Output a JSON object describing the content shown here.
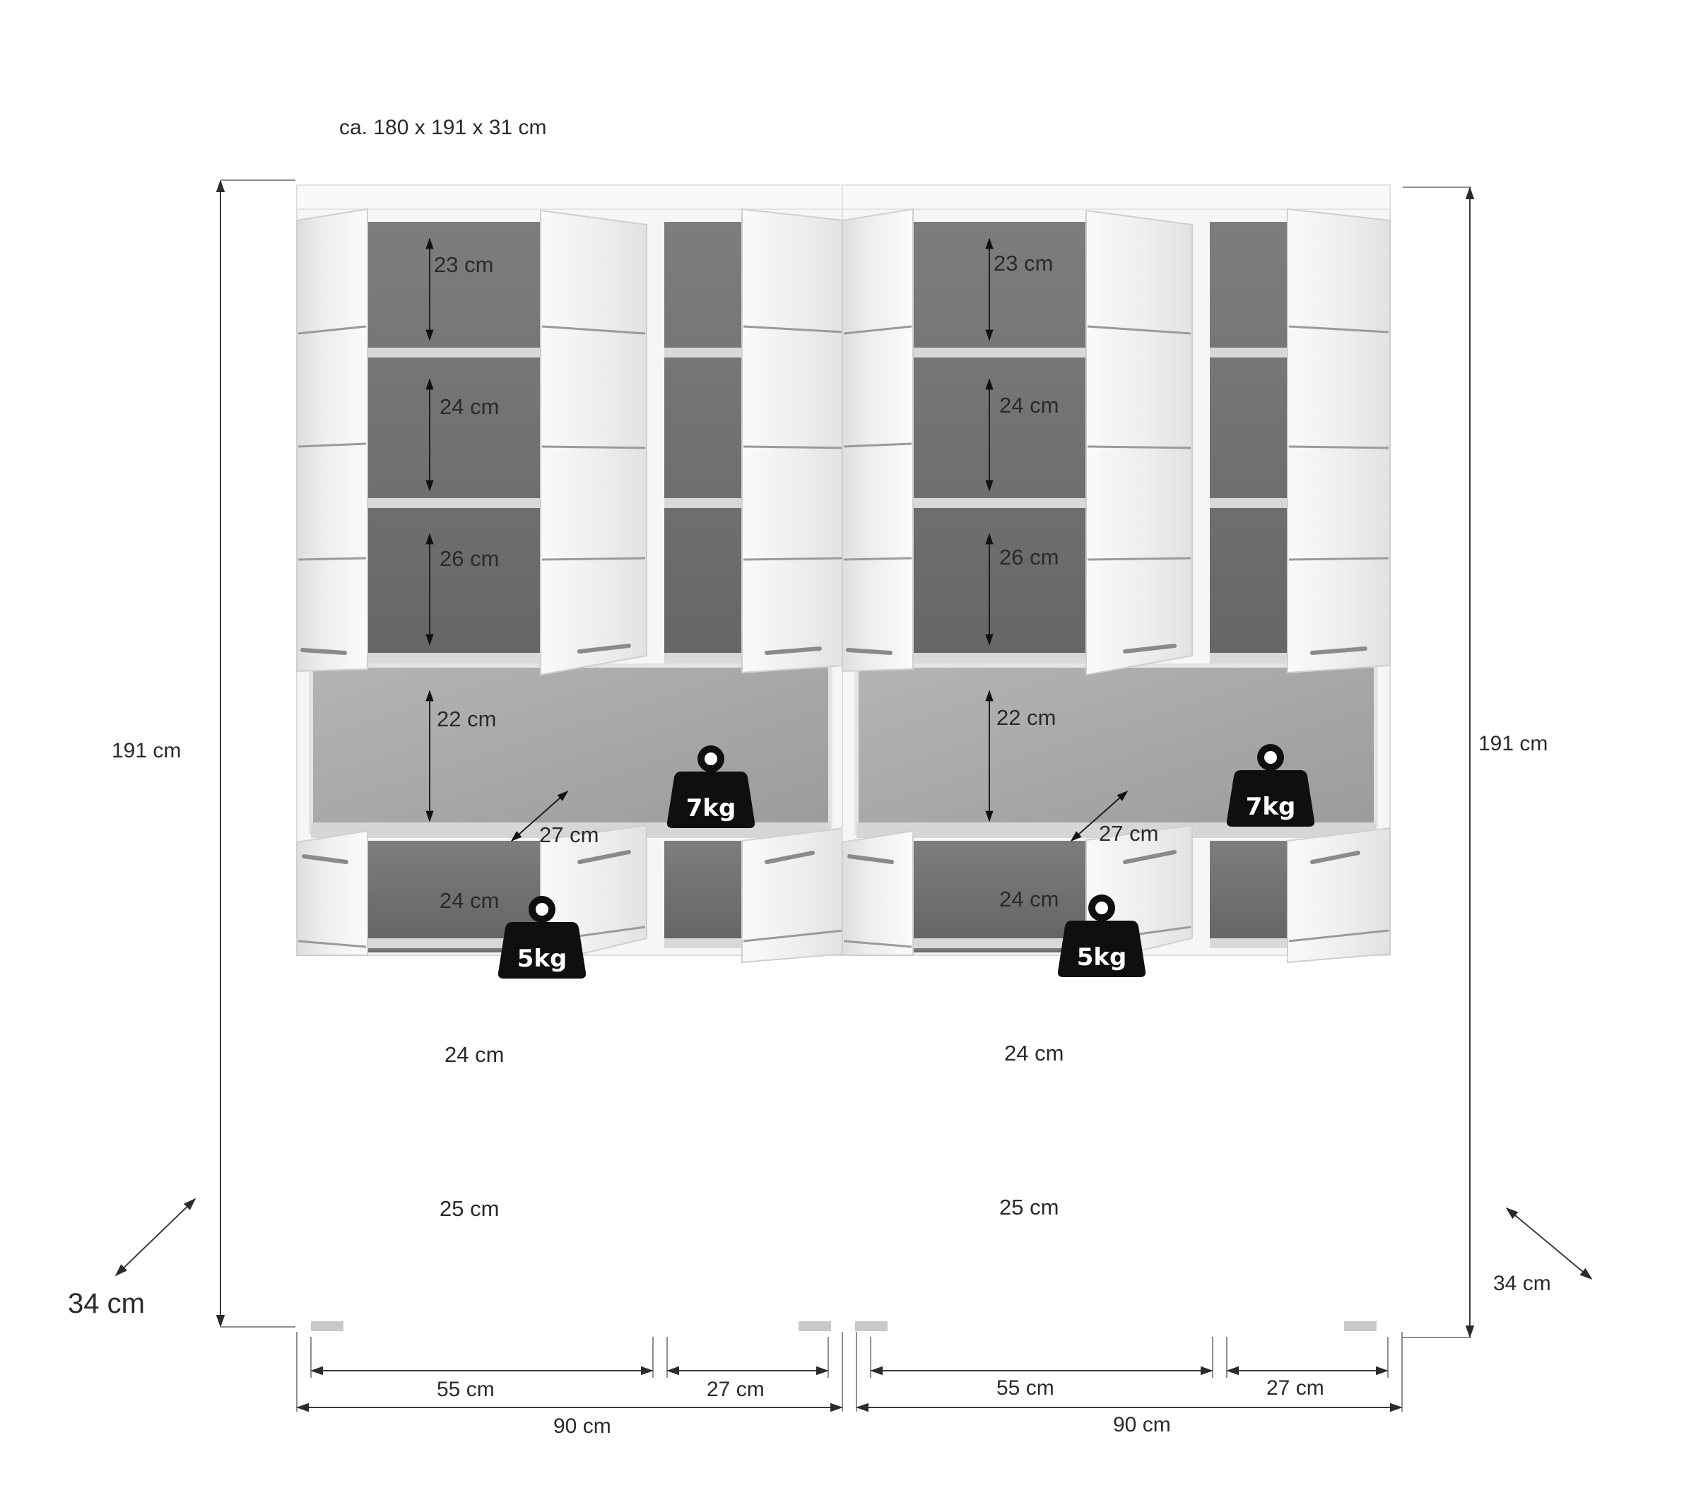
{
  "overall_size": "ca. 180 x 191 x 31 cm",
  "height_left": "191 cm",
  "height_right": "191 cm",
  "depth_left": "34 cm",
  "depth_right": "34 cm",
  "units": [
    {
      "name": "left",
      "shelves_top": [
        "23 cm",
        "24 cm",
        "26 cm"
      ],
      "open_compartment": "22 cm",
      "open_depth": "27 cm",
      "weight_open": "7kg",
      "weight_shelf": "5kg",
      "shelves_bottom": [
        "24 cm",
        "24 cm",
        "25 cm"
      ],
      "width_wide": "55 cm",
      "width_narrow": "27 cm",
      "width_total": "90 cm"
    },
    {
      "name": "right",
      "shelves_top": [
        "23 cm",
        "24 cm",
        "26 cm"
      ],
      "open_compartment": "22 cm",
      "open_depth": "27 cm",
      "weight_open": "7kg",
      "weight_shelf": "5kg",
      "shelves_bottom": [
        "24 cm",
        "24 cm",
        "25 cm"
      ],
      "width_wide": "55 cm",
      "width_narrow": "27 cm",
      "width_total": "90 cm"
    }
  ],
  "colors": {
    "interior": "#6f6f6f",
    "open_compartment": "#a6a6a6",
    "door": "#f2f2f2",
    "carcass": "#f7f7f7",
    "weight": "#0f0f0f"
  }
}
